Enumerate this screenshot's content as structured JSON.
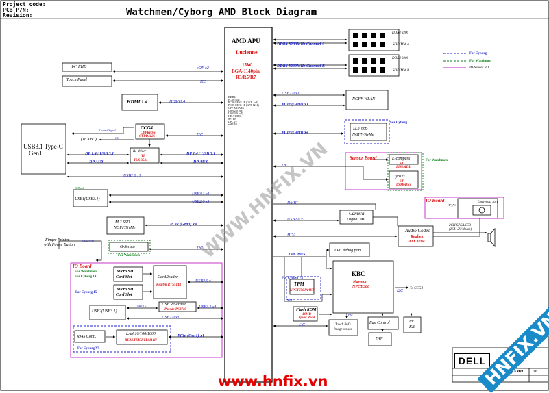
{
  "header": {
    "project_code": "Project code:",
    "pcb_pn": "PCB P/N:",
    "revision": "Revision:"
  },
  "title": "Watchmen/Cyborg AMD Block Diagram",
  "apu": {
    "name": "AMD APU",
    "codename": "Lucienne",
    "power": "15W",
    "package": "BGA-1140pin",
    "variant": "R3/R5/R7",
    "interfaces": [
      "DDR4",
      "PCIE (x4)",
      "PCIE GEN1 1P (GFX 1x8)",
      "PCIE GEN1 1P (GPP 12x1)",
      "GPP SATA x4",
      "USB 2.0 (x8)",
      "USB 3.0 (x4)",
      "HD AUDIO",
      "SPI I/F",
      "LPC I/F",
      "eSPI I/F"
    ]
  },
  "memory": [
    {
      "bus": "DDR4 3200MHz Channel A",
      "label": "DDR4 3200",
      "slot": "SODIMM A"
    },
    {
      "bus": "DDR4 3200MHz Channel B",
      "label": "DDR4 3200",
      "slot": "SODIMM B"
    }
  ],
  "legend": [
    {
      "text": "For Cyborg",
      "color": "#1b22c8"
    },
    {
      "text": "For Watchmen",
      "color": "#0a7d16"
    },
    {
      "text": "IO/Sensor BD",
      "color": "#c21fc2"
    }
  ],
  "left": {
    "fhd": "14\" FHD",
    "edp": "eDP x2",
    "touch_panel": "Touch Panel",
    "i2c_tp": "I2C",
    "hdmi": "HDMI 1.4",
    "hdmi_bus": "HDMI1.4",
    "usb31c": "USB3.1 Type-C",
    "gen1": "Gen1",
    "ccg4": "CCG4",
    "ccg4_vendor": "CYPRESS",
    "ccg4_part": "CYPD4126",
    "control_signal": "Control Signal",
    "to_kbc": "(To KBC)",
    "cc": "CC",
    "i2c_ccg": "I2C",
    "redriver": "Re-driver",
    "redriver_vendor": "TI",
    "redriver_part": "TUSB544",
    "dp_usb_left": "DP 1.4 / USB 3.1",
    "dp_aux_left": "DP AUX",
    "dp_usb_right": "DP 1.4 / USB 3.1",
    "dp_aux_right": "DP AUX",
    "usb20_c": "USB2.0 x1",
    "usb_mb_size": "MB side",
    "usb31_port": "USB1(USB3.1)",
    "usb31_bus": "USB3.1 x1",
    "usb20_port": "USB2.0 x1",
    "m2_ssd": "M.2 SSD",
    "ngff_nvme": "NGFF/NvMe",
    "pcie_gen3": "PCIe (Gen3) x4",
    "fingerprint": "Finger Printer",
    "fingerprint2": "with Power Button",
    "fp_usb": "USB2.0 x1",
    "gsensor": "G-Sensor",
    "for_watchmen_gs": "For Watchmen",
    "i2c_gs": "I2C"
  },
  "io_board": {
    "title": "IO Board",
    "for_watchmen": "For Watchmen",
    "for_cyborg14": "For Cyborg 14",
    "for_cyborg15": "For Cyborg 15",
    "for_cyborg_v5": "For Cyborg V5",
    "sd1": "Micro SD",
    "sd1b": "Card Slot",
    "sd2": "Micro SD",
    "sd2b": "Card Slot",
    "cardreader": "CardReader",
    "cardreader_part": "Realtek RTS5144",
    "cr_bus": "USB2.0 x1",
    "usb2_usb31": "USB2(USB3.1)",
    "usb31_bus": "USB3.1 x1",
    "usb_redriver": "USB Re-driver",
    "usb_redriver_part": "Parade PS8719",
    "usb31_bus2": "USB3.1 x1",
    "usb20_bus": "USB2.0 x1",
    "rj45": "RJ45 Conn.",
    "lan": "LAN 10/100/1000",
    "lan_part": "REALTEK RTL8111H",
    "pcie_gen1": "PCIe (Gen1) x1"
  },
  "right": {
    "usb_wlan": "USB2.0 x1",
    "pcie_wlan": "PCIe (Gen1) x1",
    "wlan": "NGFF WLAN",
    "for_cyborg_ssd": "For Cyborg",
    "m2_ssd": "M.2 SSD",
    "ngff_nvme": "NGFF/NvMe",
    "pcie_ssd": "PCIe (Gen3) x4",
    "sensor_board": "Sensor Board",
    "ecompass": "E-compass",
    "ecompass_vendor": "ST",
    "ecompass_part": "LIS2MDL",
    "gyro": "Gyro+G",
    "gyro_vendor": "ST",
    "gyro_part": "LSM6DS3",
    "for_watchmen_sb": "For Watchmen",
    "i2c_sb": "I2C",
    "dmic": "DMIC",
    "camera": "Camera",
    "digital_mic": "Digital MIC",
    "usb_cam": "USB2.0 x1",
    "io_board2": "IO Board",
    "hp_nj": "HP_N/J",
    "universal_jack": "Universal Jack",
    "speaker": "2CH SPEAKER",
    "speaker2": "(2CH 2W/4ohm)",
    "hda": "HDA",
    "audio_codec": "Audio Codec",
    "audio_vendor": "Realtek",
    "audio_part": "ALC3204",
    "lpc_bus": "LPC BUS",
    "lpc_debug": "LPC debug  port",
    "for_cyborg_v5": "For Cyborg V5",
    "tpm": "TPM",
    "tpm_part": "NPCT750JAAYX",
    "kbc": "KBC",
    "kbc_vendor": "Nuvoton",
    "kbc_part": "NPCE386",
    "i2c_kbc": "I2C",
    "to_ccg4": "To CCG4",
    "spi": "SPI",
    "flash": "Flash ROM",
    "flash_size": "16MB",
    "flash_type": "Quad Read",
    "ps2": "PS2",
    "i2c_tp2": "I2C",
    "touchpad": "Touch PAD",
    "image_sensor": "Image sensor",
    "fan_control": "Fan Control",
    "fan": "FAN",
    "int_kb": "Int.",
    "int_kb2": "KB"
  },
  "titleblock": {
    "company": "oration",
    "brand": "DELL",
    "sheet": "Cyborg AMD",
    "rev": "X00"
  },
  "watermark": {
    "center": "WWW.HNFIX.VN",
    "bottom": "www.hnfix.vn",
    "corner": "HNFIX.VN"
  }
}
